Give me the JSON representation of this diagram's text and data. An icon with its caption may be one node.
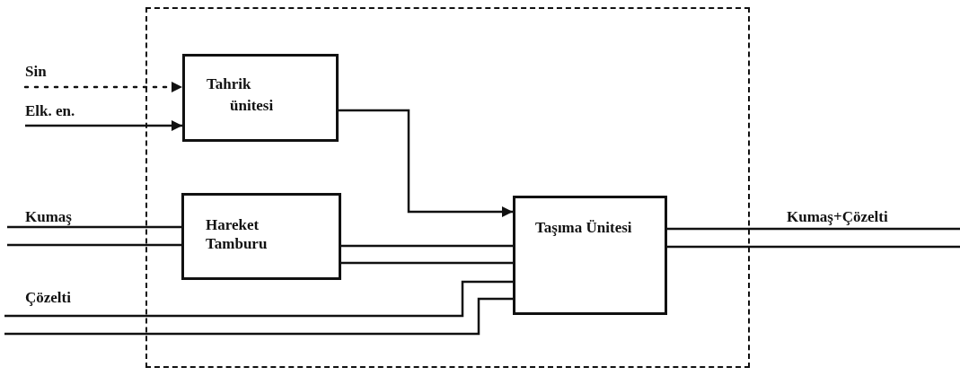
{
  "diagram": {
    "nodes": [
      {
        "text": [],
        "shape": "box"
      },
      {
        "text": [
          "Tahrik",
          "ünitesi"
        ],
        "in": 0
      },
      {
        "text": [
          "Hareket Tamburu"
        ],
        "in": 0
      },
      {
        "text": [
          "Taşıma Ünitesi"
        ],
        "in": 0
      }
    ],
    "edges": [
      {
        "from": null,
        "to": 1,
        "arrow": "to",
        "style": "dashed",
        "label": "Sin"
      },
      {
        "from": null,
        "to": 1,
        "arrow": "to",
        "label": "Elk. en."
      },
      {
        "from": 1,
        "to": 3,
        "arrow": "to"
      },
      {
        "from": null,
        "to": 2,
        "arrow": "none",
        "label": "Kumaş"
      },
      {
        "from": null,
        "to": 2,
        "arrow": "none"
      },
      {
        "from": 2,
        "to": 3,
        "arrow": "none"
      },
      {
        "from": 2,
        "to": 3,
        "arrow": "none"
      },
      {
        "from": null,
        "to": 3,
        "arrow": "none",
        "label": "Çözelti"
      },
      {
        "from": null,
        "to": 3,
        "arrow": "none"
      },
      {
        "from": 3,
        "to": null,
        "arrow": "none",
        "label": "Kumaş+Çözelti"
      },
      {
        "from": 3,
        "to": null,
        "arrow": "none"
      }
    ]
  }
}
